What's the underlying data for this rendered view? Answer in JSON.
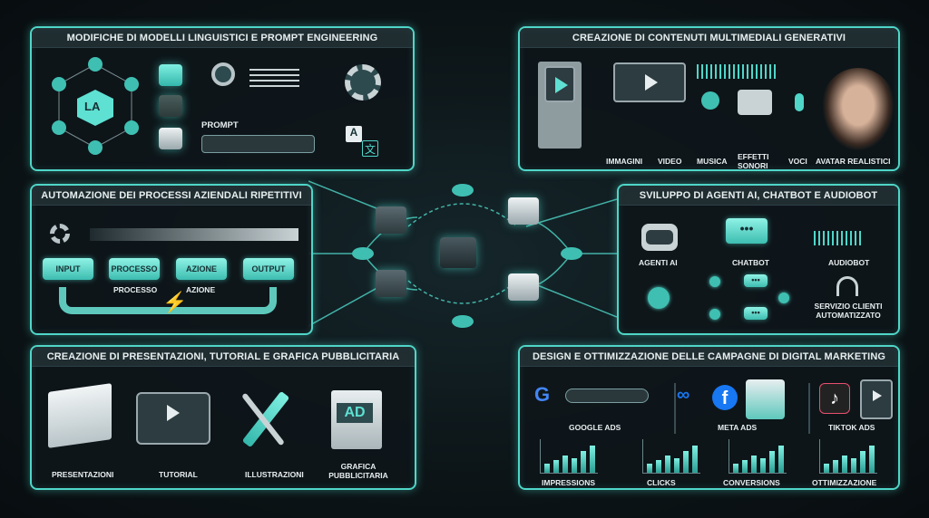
{
  "panels": {
    "llm": {
      "title": "MODIFICHE DI MODELLI LINGUISTICI E PROMPT ENGINEERING",
      "hub": "LA",
      "prompt_label": "PROMPT",
      "translate_a": "A",
      "translate_zh": "文"
    },
    "multimedia": {
      "title": "CREAZIONE DI CONTENUTI MULTIMEDIALI GENERATIVI",
      "items": [
        "IMMAGINI",
        "VIDEO",
        "MUSICA",
        "EFFETTI SONORI",
        "VOCI",
        "AVATAR REALISTICI"
      ]
    },
    "automation": {
      "title": "AUTOMAZIONE DEI PROCESSI AZIENDALI RIPETITIVI",
      "steps": [
        "INPUT",
        "PROCESSO",
        "AZIONE",
        "OUTPUT"
      ],
      "sublabels": [
        "PROCESSO",
        "AZIONE"
      ]
    },
    "agents": {
      "title": "SVILUPPO DI AGENTI AI, CHATBOT E AUDIOBOT",
      "items": [
        "AGENTI AI",
        "CHATBOT",
        "AUDIOBOT"
      ],
      "service": "SERVIZIO CLIENTI AUTOMATIZZATO"
    },
    "presentations": {
      "title": "CREAZIONE DI PRESENTAZIONI, TUTORIAL E GRAFICA PUBBLICITARIA",
      "items": [
        "PRESENTAZIONI",
        "TUTORIAL",
        "ILLUSTRAZIONI",
        "GRAFICA PUBBLICITARIA"
      ],
      "ad_text": "AD"
    },
    "marketing": {
      "title": "DESIGN E OTTIMIZZAZIONE DELLE CAMPAGNE DI DIGITAL MARKETING",
      "platforms": [
        "GOOGLE ADS",
        "META ADS",
        "TIKTOK ADS"
      ],
      "metrics": [
        "IMPRESSIONS",
        "CLICKS",
        "CONVERSIONS",
        "OTTIMIZZAZIONE"
      ],
      "google_letter": "G",
      "facebook_letter": "f"
    }
  },
  "colors": {
    "accent": "#4fd6c8",
    "background": "#0c1417"
  }
}
